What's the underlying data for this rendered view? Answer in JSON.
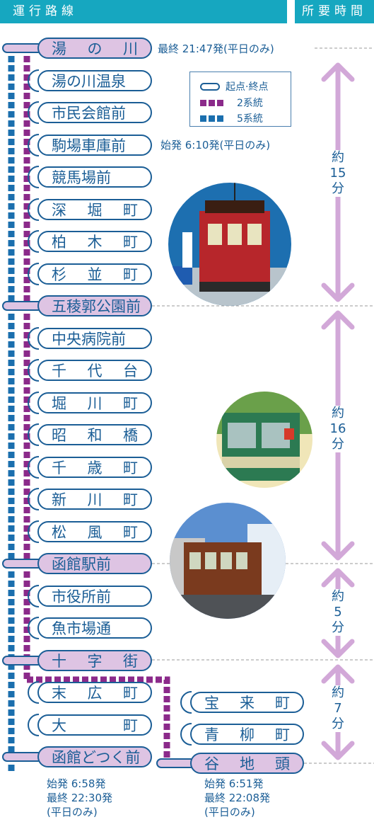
{
  "header": {
    "route_title": "運行路線",
    "time_title": "所要時間"
  },
  "legend": {
    "endpoint_label": "起点·終点",
    "line2_label": "2系統",
    "line5_label": "5系統"
  },
  "colors": {
    "line2": "#8b2a8a",
    "line5": "#1b6fae",
    "terminal_fill": "#dec4e3",
    "arrow": "#d2a8d8",
    "header": "#16a7c0"
  },
  "stops_main": [
    {
      "name": "湯の川",
      "terminal": true
    },
    {
      "name": "湯の川温泉",
      "terminal": false
    },
    {
      "name": "市民会館前",
      "terminal": false
    },
    {
      "name": "駒場車庫前",
      "terminal": false
    },
    {
      "name": "競馬場前",
      "terminal": false
    },
    {
      "name": "深堀町",
      "terminal": false
    },
    {
      "name": "柏木町",
      "terminal": false
    },
    {
      "name": "杉並町",
      "terminal": false
    },
    {
      "name": "五稜郭公園前",
      "terminal": true
    },
    {
      "name": "中央病院前",
      "terminal": false
    },
    {
      "name": "千代台",
      "terminal": false
    },
    {
      "name": "堀川町",
      "terminal": false
    },
    {
      "name": "昭和橋",
      "terminal": false
    },
    {
      "name": "千歳町",
      "terminal": false
    },
    {
      "name": "新川町",
      "terminal": false
    },
    {
      "name": "松風町",
      "terminal": false
    },
    {
      "name": "函館駅前",
      "terminal": true
    },
    {
      "name": "市役所前",
      "terminal": false
    },
    {
      "name": "魚市場通",
      "terminal": false
    },
    {
      "name": "十字街",
      "terminal": true
    },
    {
      "name": "末広町",
      "terminal": false
    },
    {
      "name": "大町",
      "terminal": false
    },
    {
      "name": "函館どつく前",
      "terminal": true
    }
  ],
  "stops_branch": [
    {
      "name": "宝来町",
      "terminal": false
    },
    {
      "name": "青柳町",
      "terminal": false
    },
    {
      "name": "谷地頭",
      "terminal": true
    }
  ],
  "notes": {
    "yunokawa_last": "最終 21:47発(平日のみ)",
    "komaba_first": "始発 6:10発(平日のみ)",
    "dock_first": "始発 6:58発",
    "dock_last": "最終 22:30発",
    "dock_weekday": "(平日のみ)",
    "yachigashira_first": "始発 6:51発",
    "yachigashira_last": "最終 22:08発",
    "yachigashira_weekday": "(平日のみ)"
  },
  "segments": [
    {
      "label": [
        "約",
        "15",
        "分"
      ]
    },
    {
      "label": [
        "約",
        "16",
        "分"
      ]
    },
    {
      "label": [
        "約",
        "5",
        "分"
      ]
    },
    {
      "label": [
        "約",
        "7",
        "分"
      ]
    }
  ]
}
